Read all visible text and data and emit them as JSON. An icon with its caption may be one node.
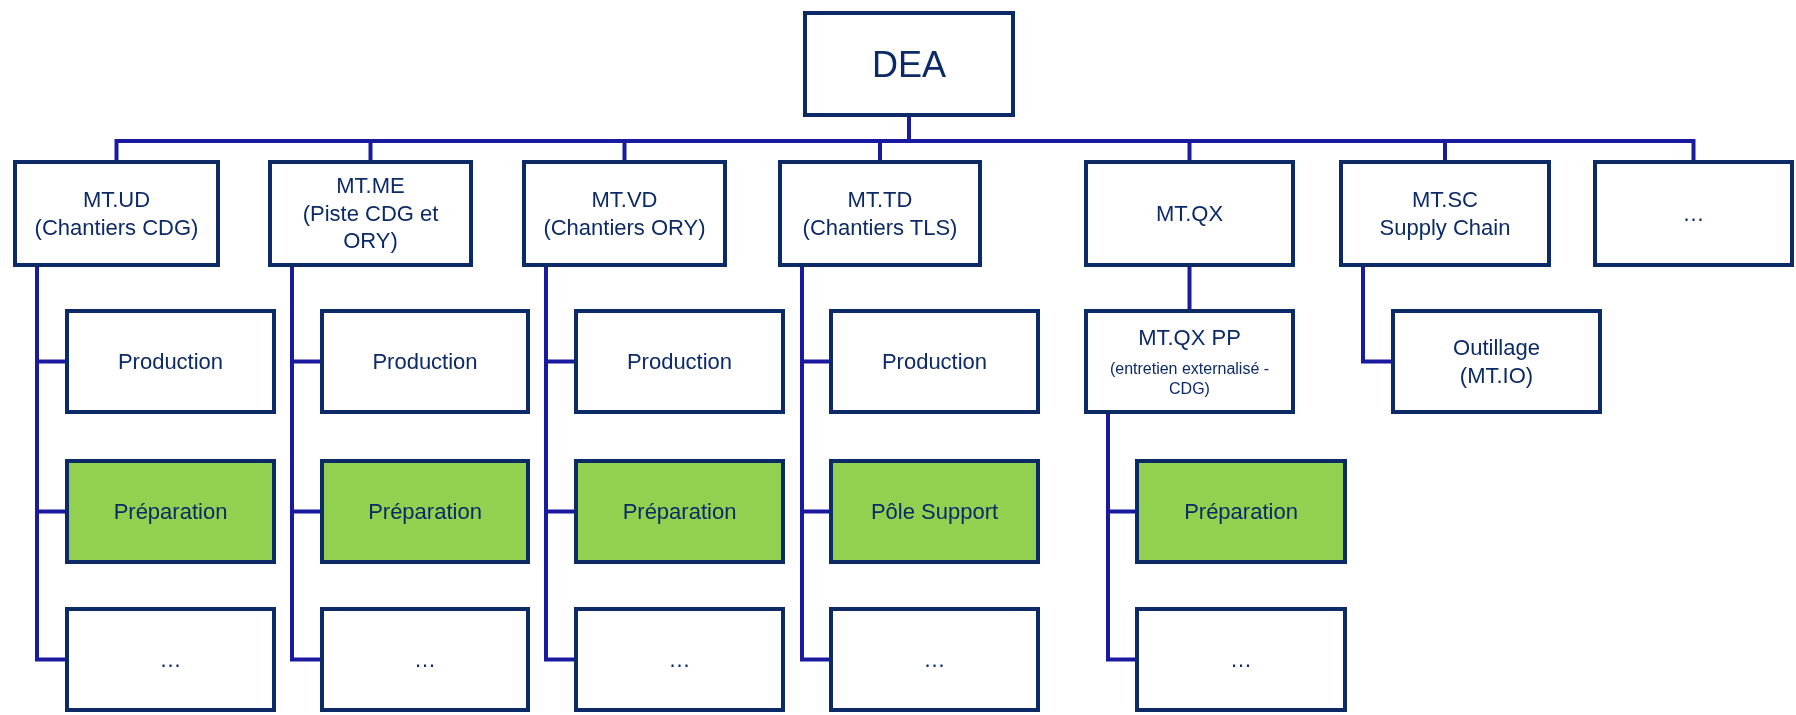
{
  "diagram": {
    "nodes": [
      {
        "text": [
          "DEA"
        ]
      },
      {
        "text": [
          "MT.UD",
          "(Chantiers CDG)"
        ]
      },
      {
        "text": [
          "MT.ME",
          "(Piste CDG et ORY)"
        ]
      },
      {
        "text": [
          "MT.VD",
          "(Chantiers ORY)"
        ]
      },
      {
        "text": [
          "MT.TD",
          "(Chantiers TLS)"
        ]
      },
      {
        "text": [
          "MT.QX"
        ]
      },
      {
        "text": [
          "MT.SC",
          "Supply Chain"
        ]
      },
      {
        "text": [
          "…"
        ]
      },
      {
        "text": [
          "Production"
        ]
      },
      {
        "text": [
          "Préparation"
        ]
      },
      {
        "text": [
          "…"
        ]
      },
      {
        "text": [
          "Production"
        ]
      },
      {
        "text": [
          "Préparation"
        ]
      },
      {
        "text": [
          "…"
        ]
      },
      {
        "text": [
          "Production"
        ]
      },
      {
        "text": [
          "Préparation"
        ]
      },
      {
        "text": [
          "…"
        ]
      },
      {
        "text": [
          "Production"
        ]
      },
      {
        "text": [
          "Pôle Support"
        ]
      },
      {
        "text": [
          "…"
        ]
      },
      {
        "text": [
          "MT.QX PP",
          "(entretien externalisé - CDG)"
        ]
      },
      {
        "text": [
          "Préparation"
        ]
      },
      {
        "text": [
          "…"
        ]
      },
      {
        "text": [
          "Outillage",
          "(MT.IO)"
        ]
      }
    ],
    "edges": [
      {
        "from": 0,
        "to": 1,
        "arrow": "none"
      },
      {
        "from": 0,
        "to": 2,
        "arrow": "none"
      },
      {
        "from": 0,
        "to": 3,
        "arrow": "none"
      },
      {
        "from": 0,
        "to": 4,
        "arrow": "none"
      },
      {
        "from": 0,
        "to": 5,
        "arrow": "none"
      },
      {
        "from": 0,
        "to": 6,
        "arrow": "none"
      },
      {
        "from": 0,
        "to": 7,
        "arrow": "none"
      },
      {
        "from": 1,
        "to": 8,
        "arrow": "none"
      },
      {
        "from": 1,
        "to": 9,
        "arrow": "none"
      },
      {
        "from": 1,
        "to": 10,
        "arrow": "none"
      },
      {
        "from": 2,
        "to": 11,
        "arrow": "none"
      },
      {
        "from": 2,
        "to": 12,
        "arrow": "none"
      },
      {
        "from": 2,
        "to": 13,
        "arrow": "none"
      },
      {
        "from": 3,
        "to": 14,
        "arrow": "none"
      },
      {
        "from": 3,
        "to": 15,
        "arrow": "none"
      },
      {
        "from": 3,
        "to": 16,
        "arrow": "none"
      },
      {
        "from": 4,
        "to": 17,
        "arrow": "none"
      },
      {
        "from": 4,
        "to": 18,
        "arrow": "none"
      },
      {
        "from": 4,
        "to": 19,
        "arrow": "none"
      },
      {
        "from": 5,
        "to": 20,
        "arrow": "none"
      },
      {
        "from": 20,
        "to": 21,
        "arrow": "none"
      },
      {
        "from": 20,
        "to": 22,
        "arrow": "none"
      },
      {
        "from": 6,
        "to": 23,
        "arrow": "none"
      }
    ]
  }
}
